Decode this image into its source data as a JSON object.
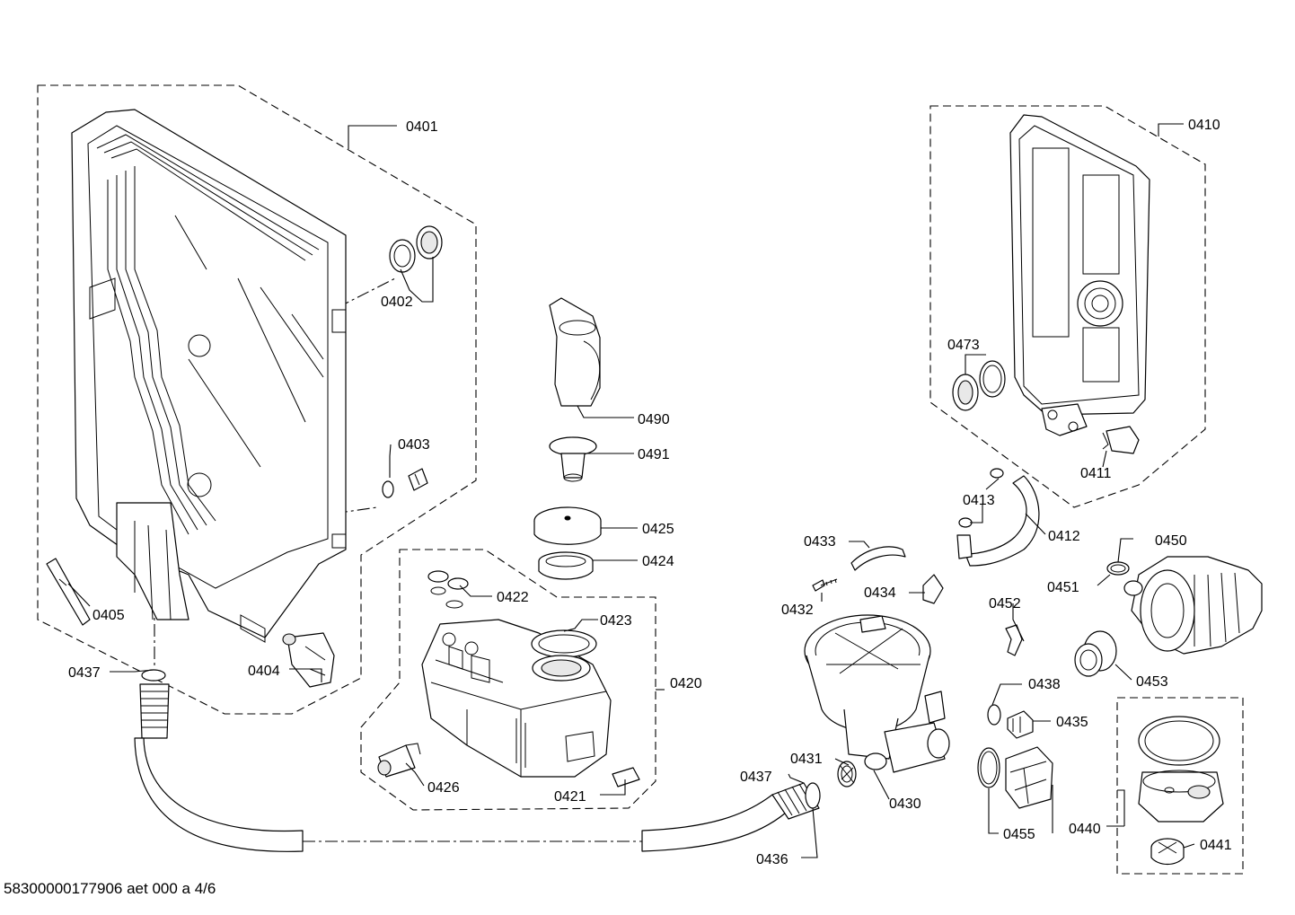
{
  "labels": {
    "l0401": "0401",
    "l0402": "0402",
    "l0403": "0403",
    "l0404": "0404",
    "l0405": "0405",
    "l0410": "0410",
    "l0411": "0411",
    "l0412": "0412",
    "l0413": "0413",
    "l0420": "0420",
    "l0421": "0421",
    "l0422": "0422",
    "l0423": "0423",
    "l0424": "0424",
    "l0425": "0425",
    "l0426": "0426",
    "l0430": "0430",
    "l0431": "0431",
    "l0432": "0432",
    "l0433": "0433",
    "l0434": "0434",
    "l0435": "0435",
    "l0436": "0436",
    "l0437a": "0437",
    "l0437b": "0437",
    "l0438": "0438",
    "l0440": "0440",
    "l0441": "0441",
    "l0450": "0450",
    "l0451": "0451",
    "l0452": "0452",
    "l0453": "0453",
    "l0455": "0455",
    "l0473": "0473",
    "l0490": "0490",
    "l0491": "0491"
  },
  "footer": "58300000177906 aet 000 a 4/6"
}
